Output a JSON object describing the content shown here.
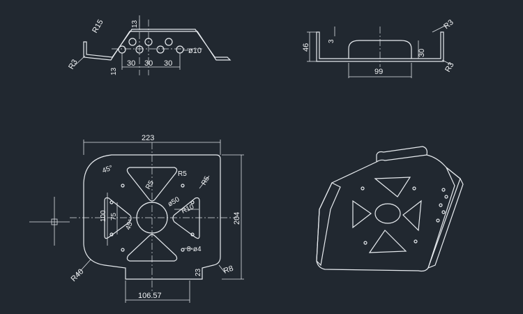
{
  "drawing": {
    "front_view": {
      "dims": {
        "top_offset": "13",
        "side_radius": "R15",
        "flange_radius": "R3",
        "bottom_offset": "13",
        "pitch_1": "30",
        "pitch_2": "30",
        "pitch_3": "30",
        "hole_dia": "ø10"
      }
    },
    "side_view": {
      "dims": {
        "height": "46",
        "thickness": "3",
        "inner_height": "30",
        "radius_top": "R3",
        "radius_bottom": "R3",
        "width": "99"
      }
    },
    "plan_view": {
      "dims": {
        "overall_width": "223",
        "overall_height": "204",
        "angle_top": "45°",
        "corner_r5": "R5",
        "corner_r5b": "R5",
        "corner_r5c": "R5",
        "center_hole": "ø50",
        "slot_r10": "R10",
        "height_100": "100",
        "height_75": "75",
        "angle_mid": "45°",
        "holes": "8-ø4",
        "corner_r40": "R40",
        "corner_r8": "R8",
        "flange_23": "23",
        "bottom_width": "106.57"
      }
    },
    "iso_view": {}
  },
  "colors": {
    "background": "#212830",
    "line": "#e8ecf0"
  }
}
